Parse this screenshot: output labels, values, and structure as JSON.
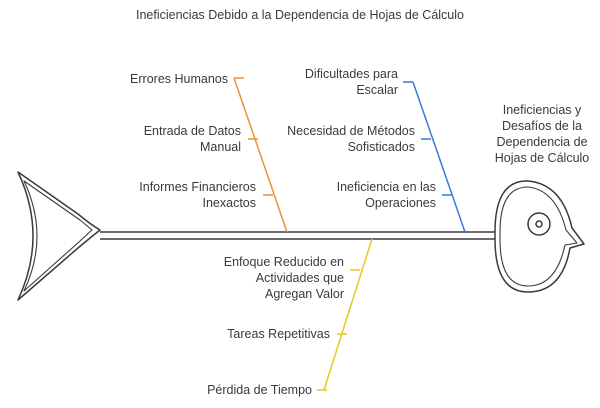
{
  "title": "Ineficiencias Debido a la Dependencia de Hojas de Cálculo",
  "head_label": "Ineficiencias y\nDesafíos de la\nDependencia de\nHojas de Cálculo",
  "colors": {
    "orange": "#e8913a",
    "blue": "#3b79d6",
    "yellow": "#e6c81f",
    "outline": "#3a3a3a",
    "text": "#3a3a3a"
  },
  "branches": {
    "orange": [
      "Errores Humanos",
      "Entrada de Datos\nManual",
      "Informes Financieros\nInexactos"
    ],
    "blue": [
      "Dificultades para\nEscalar",
      "Necesidad de Métodos\nSofisticados",
      "Ineficiencia en las\nOperaciones"
    ],
    "yellow": [
      "Enfoque Reducido en\nActividades que\nAgregan Valor",
      "Tareas Repetitivas",
      "Pérdida de Tiempo"
    ]
  }
}
